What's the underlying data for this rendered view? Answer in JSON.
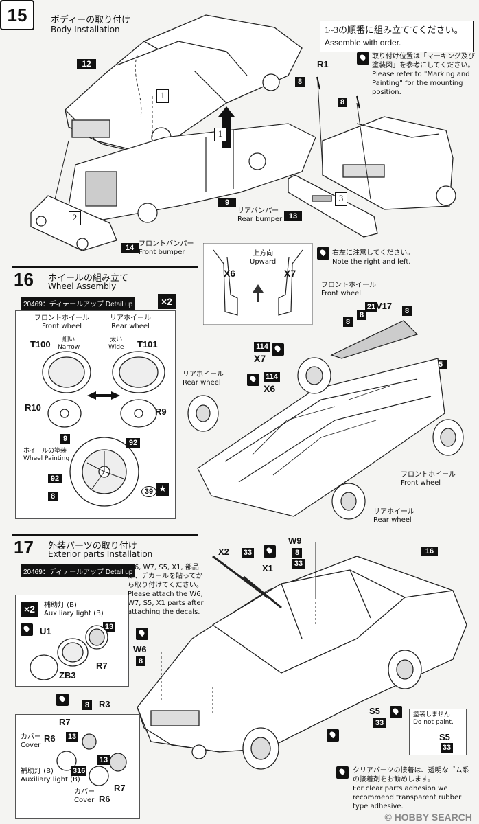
{
  "steps": {
    "s15": {
      "num": "15",
      "jp": "ボディーの取り付け",
      "en": "Body Installation"
    },
    "s16": {
      "num": "16",
      "jp": "ホイールの組み立て",
      "en": "Wheel Assembly"
    },
    "s17": {
      "num": "17",
      "jp": "外装パーツの取り付け",
      "en": "Exterior parts Installation"
    }
  },
  "order_note": {
    "jp": "1~3の順番に組み立ててください。",
    "en": "Assemble with order."
  },
  "mount_note": {
    "jp": "取り付け位置は「マーキング及び塗装図」を参考にしてください。",
    "en": "Please refer to \"Marking and Painting\" for the mounting position."
  },
  "lr_note": {
    "jp": "右左に注意してください。",
    "en": "Note the right and left."
  },
  "upward": {
    "jp": "上方向",
    "en": "Upward"
  },
  "detail_up": [
    "20469：ディテールアップ Detail up",
    "20469：ディテールアップ Detail up"
  ],
  "x2": "×2",
  "wheel_box": {
    "front_jp": "フロントホイール",
    "front_en": "Front wheel",
    "rear_jp": "リアホイール",
    "rear_en": "Rear wheel",
    "narrow_jp": "細い",
    "narrow_en": "Narrow",
    "wide_jp": "太い",
    "wide_en": "Wide",
    "paint_jp": "ホイールの塗装",
    "paint_en": "Wheel Painting"
  },
  "labels15": {
    "p12": "12",
    "r1": "R1",
    "p8a": "8",
    "p8b": "8",
    "p9": "9",
    "p13": "13",
    "p14": "14",
    "circ1a": "1",
    "circ1b": "1",
    "circ2": "2",
    "circ3": "3",
    "rear_bumper_jp": "リアバンパー",
    "rear_bumper_en": "Rear bumper",
    "front_bumper_jp": "フロントバンパー",
    "front_bumper_en": "Front bumper"
  },
  "labels16": {
    "t100": "T100",
    "t101": "T101",
    "r10": "R10",
    "r9": "R9",
    "p9": "9",
    "p92a": "92",
    "p92b": "92",
    "p8": "8",
    "p39": "39",
    "x6a": "X6",
    "x7a": "X7",
    "x6b": "X6",
    "x7b": "X7",
    "p114a": "114",
    "p114b": "114",
    "v17": "V17",
    "p21": "21",
    "p8c": "8",
    "p8d": "8",
    "p8e": "8",
    "p92c": "92",
    "p15": "15",
    "front_jp": "フロントホイール",
    "front_en": "Front wheel",
    "rear_jp": "リアホイール",
    "rear_en": "Rear wheel",
    "front2_jp": "フロントホイール",
    "front2_en": "Front wheel",
    "rear2_jp": "リアホイール",
    "rear2_en": "Rear wheel"
  },
  "labels17": {
    "decal_note_jp": "W6, W7, S5, X1, 部品は、デカールを貼ってから取り付けてください。",
    "decal_note_en": "Please attach the W6, W7, S5, X1 parts after attaching the decals.",
    "x2": "X2",
    "p33a": "33",
    "x1": "X1",
    "w9": "W9",
    "p8a": "8",
    "p33b": "33",
    "p16": "16",
    "aux_jp": "補助灯 (B)",
    "aux_en": "Auxiliary light (B)",
    "u1": "U1",
    "p13a": "13",
    "r7a": "R7",
    "zb3": "ZB3",
    "w6": "W6",
    "p8b": "8",
    "w7": "W7",
    "p8c": "8",
    "r3": "R3",
    "p8d": "8",
    "p8e": "8",
    "r7b": "R7",
    "cover_jp": "カバー",
    "cover_en": "Cover",
    "r6a": "R6",
    "p13b": "13",
    "aux2_jp": "補助灯 (B)",
    "aux2_en": "Auxiliary light (B)",
    "p316": "316",
    "p13c": "13",
    "cover2_jp": "カバー",
    "cover2_en": "Cover",
    "r6b": "R6",
    "r7c": "R7",
    "s5": "S5",
    "p33c": "33",
    "nopaint_jp": "塗装しません",
    "nopaint_en": "Do not paint.",
    "s5b": "S5",
    "p33d": "33",
    "clear_jp": "クリアパーツの接着は、透明なゴム系の接着剤をお勧めします。",
    "clear_en": "For clear parts adhesion we recommend transparent rubber type adhesive."
  },
  "watermark": "© HOBBY SEARCH"
}
